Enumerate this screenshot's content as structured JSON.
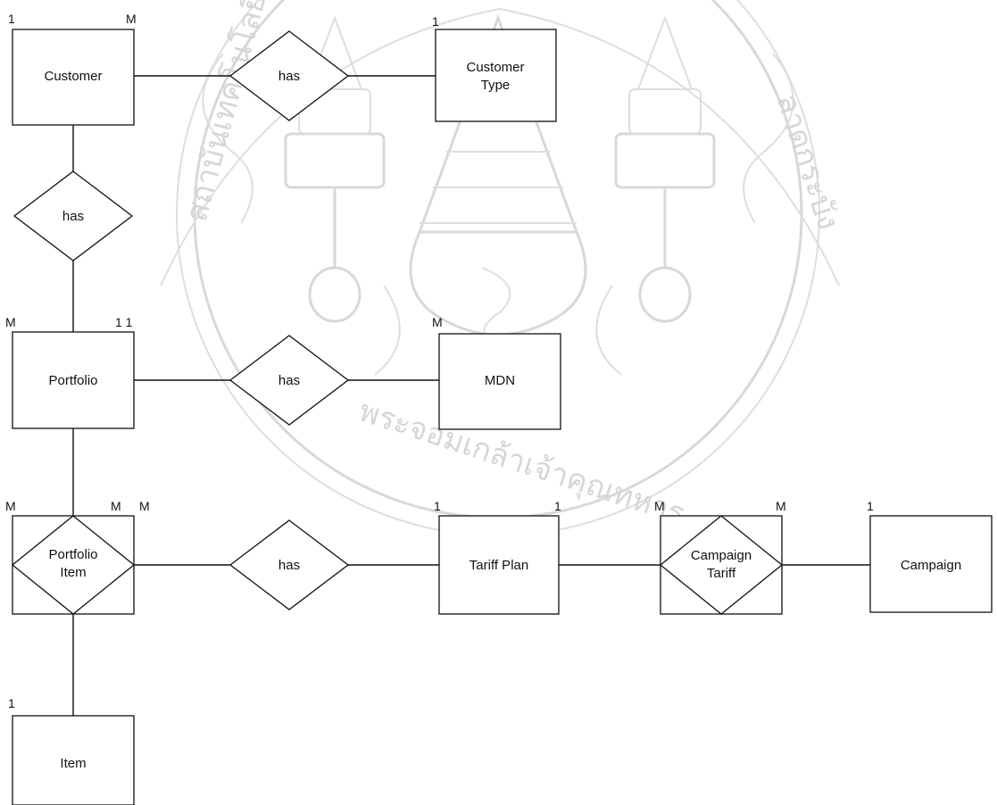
{
  "entities": {
    "customer": "Customer",
    "customer_type": [
      "Customer",
      "Type"
    ],
    "portfolio": "Portfolio",
    "mdn": "MDN",
    "portfolio_item": [
      "Portfolio",
      "Item"
    ],
    "tariff_plan": "Tariff Plan",
    "campaign_tariff": [
      "Campaign",
      "Tariff"
    ],
    "campaign": "Campaign",
    "item": "Item"
  },
  "relationships": {
    "customer_customer_type": "has",
    "customer_portfolio": "has",
    "portfolio_mdn": "has",
    "portfolio_item_tariff_plan": "has"
  },
  "cardinalities": {
    "customer_left": "1",
    "customer_right": "M",
    "customer_type": "1",
    "portfolio_left": "M",
    "portfolio_right": "1 1",
    "mdn": "M",
    "portfolio_item_left": "M",
    "portfolio_item_right": "M",
    "portfolio_item_right2": "M",
    "tariff_plan_left": "1",
    "tariff_plan_right": "1",
    "campaign_tariff_left": "M",
    "campaign_tariff_right": "M",
    "campaign": "1",
    "item": "1"
  },
  "watermark": {
    "arc_text_left": "สถาบันเทคโนโลยี",
    "arc_text_bottom": "พระจอมเกล้าเจ้าคุณทหาร",
    "arc_text_right": "ลาดกระบัง"
  },
  "colors": {
    "line": "#111111",
    "watermark": "#d8d8d8",
    "background": "#ffffff"
  }
}
